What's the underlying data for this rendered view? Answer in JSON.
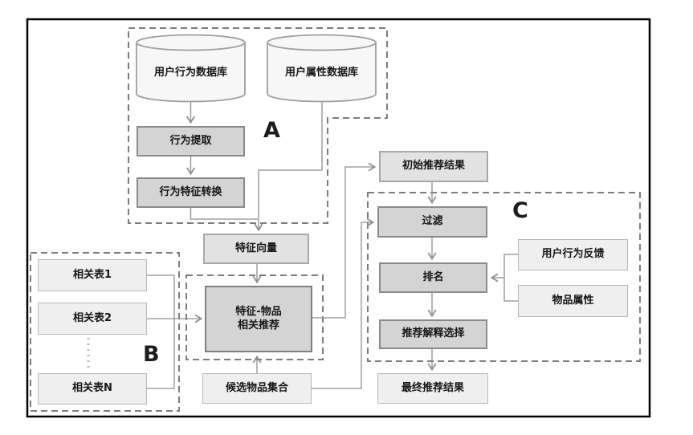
{
  "groups": {
    "a": "A",
    "b": "B",
    "c": "C"
  },
  "nodes": {
    "user_behavior_db": "用户行为数据库",
    "user_attribute_db": "用户属性数据库",
    "behavior_extraction": "行为提取",
    "behavior_feature_transform": "行为特征转换",
    "feature_vector": "特征向量",
    "related_table_1": "相关表1",
    "related_table_2": "相关表2",
    "related_table_n": "相关表N",
    "feature_item_recommend": "特征-物品\n相关推荐",
    "candidate_item_set": "候选物品集合",
    "initial_recommend_result": "初始推荐结果",
    "filter": "过滤",
    "ranking": "排名",
    "explanation_selection": "推荐解释选择",
    "final_recommend_result": "最终推荐结果",
    "user_behavior_feedback": "用户行为反馈",
    "item_attributes": "物品属性"
  },
  "colors": {
    "frame": "#000000",
    "dashed_border": "#7d7d7d",
    "connector": "#8f8f8f",
    "node_dark_fill": "#d4d4d4",
    "node_dark_border": "#8a8a8a",
    "node_mid_fill": "#e2e2e2",
    "node_mid_border": "#a8a8a8",
    "node_light_fill": "#efefef",
    "node_light_border": "#b8b8b8",
    "cylinder_fill": "#f7f7f7",
    "cylinder_border": "#9e9e9e"
  }
}
